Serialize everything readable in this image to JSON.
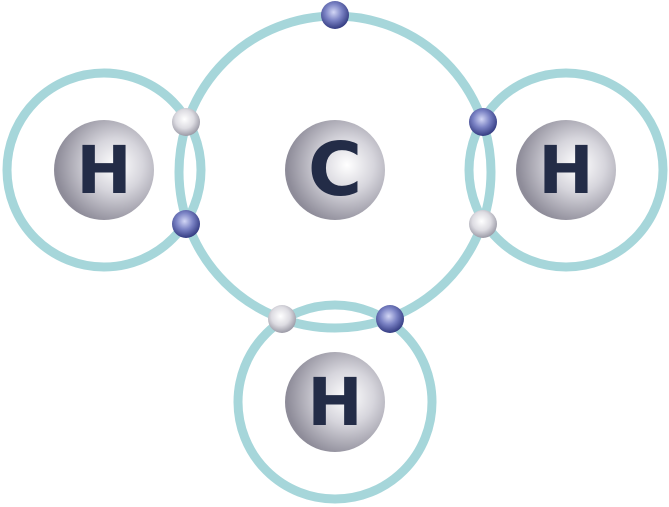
{
  "colors": {
    "shell": "#a6d6da",
    "nucleus_light": "#ffffff",
    "nucleus_mid": "#c9c8cf",
    "nucleus_dark": "#8a8896",
    "label": "#232c47",
    "electron_blue_light": "#c9cdf0",
    "electron_blue_dark": "#3e4690",
    "electron_grey_light": "#ffffff",
    "electron_grey_dark": "#a9a8b3",
    "background": "#ffffff"
  },
  "atoms": {
    "carbon": {
      "label": "C"
    },
    "hydrogen_left": {
      "label": "H"
    },
    "hydrogen_right": {
      "label": "H"
    },
    "hydrogen_bottom": {
      "label": "H"
    }
  }
}
